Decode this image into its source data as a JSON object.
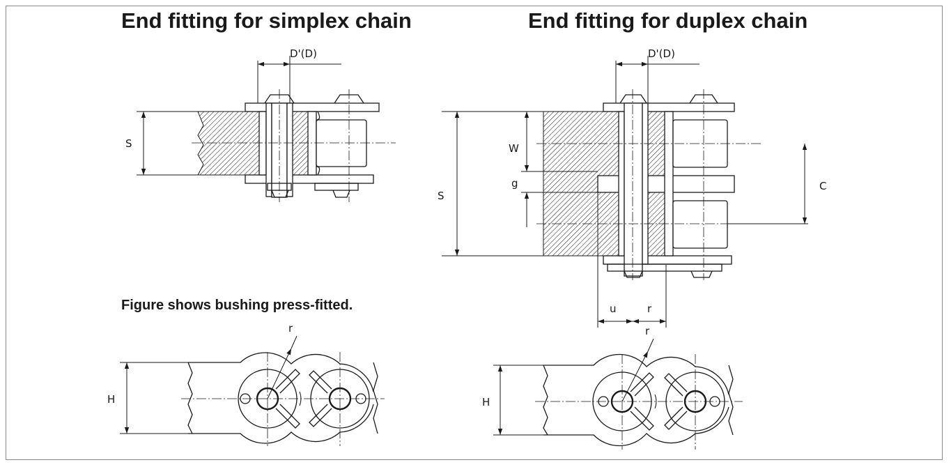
{
  "titles": {
    "simplex": "End fitting for simplex chain",
    "duplex": "End fitting for duplex chain"
  },
  "note": "Figure shows bushing press-fitted.",
  "dimensions": {
    "d_prime": "D'(D)",
    "s": "S",
    "w": "W",
    "g": "g",
    "c": "C",
    "u": "u",
    "r": "r",
    "h": "H"
  },
  "colors": {
    "line": "#1a1a1a",
    "border": "#8a8a8a"
  }
}
